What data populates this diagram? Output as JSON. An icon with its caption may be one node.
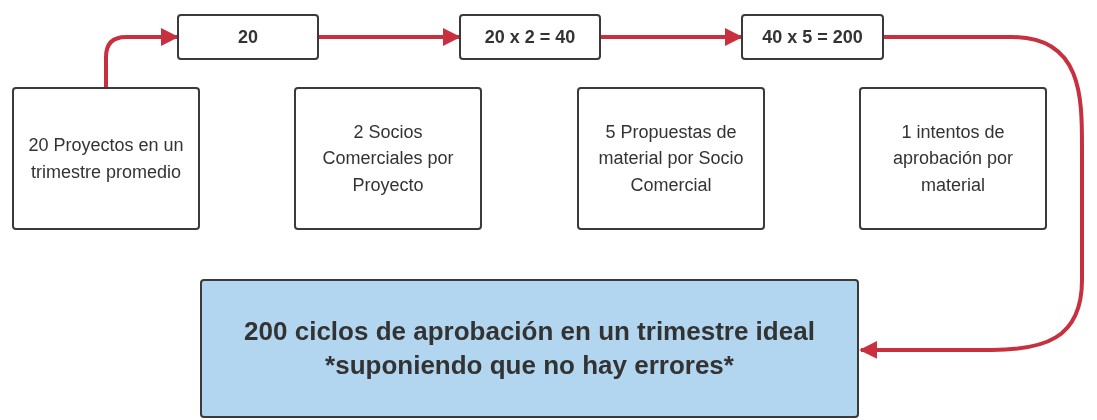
{
  "diagram": {
    "nodes": [
      {
        "text": [
          "20"
        ]
      },
      {
        "text": [
          "20 x 2 = 40"
        ]
      },
      {
        "text": [
          "40 x 5 = 200"
        ]
      },
      {
        "text": [
          "20 Proyectos en un trimestre promedio"
        ]
      },
      {
        "text": [
          "2 Socios Comerciales por Proyecto"
        ]
      },
      {
        "text": [
          "5 Propuestas de material por Socio Comercial"
        ]
      },
      {
        "text": [
          "1 intentos de aprobación por material"
        ]
      },
      {
        "text": [
          "200 ciclos de aprobación en un trimestre ideal *suponiendo que no hay errores*"
        ]
      }
    ],
    "edges": [
      {
        "from": 3,
        "to": 0,
        "arrow": "to"
      },
      {
        "from": 0,
        "to": 1,
        "arrow": "to"
      },
      {
        "from": 1,
        "to": 2,
        "arrow": "to"
      },
      {
        "from": 2,
        "to": 7,
        "arrow": "to"
      }
    ]
  }
}
